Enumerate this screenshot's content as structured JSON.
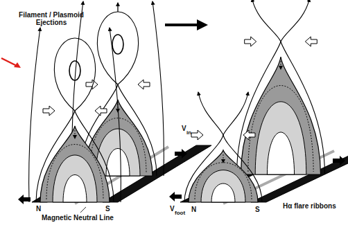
{
  "diagram": {
    "labels": [
      "Filament / Plasmoid Ejections",
      "N",
      "S",
      "Magnetic Neutral Line",
      "V",
      "in",
      "V",
      "foot",
      "N",
      "S",
      "Hα flare ribbons"
    ]
  }
}
